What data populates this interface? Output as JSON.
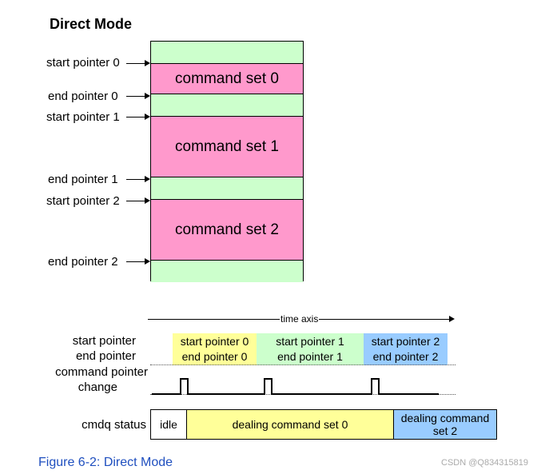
{
  "title": "Direct Mode",
  "pointers": [
    "start pointer 0",
    "end pointer 0",
    "start pointer 1",
    "end pointer 1",
    "start pointer 2",
    "end pointer 2"
  ],
  "segments": [
    {
      "label": "",
      "color": "#ccffcc"
    },
    {
      "label": "command set 0",
      "color": "#ff99cc"
    },
    {
      "label": "",
      "color": "#ccffcc"
    },
    {
      "label": "command set 1",
      "color": "#ff99cc"
    },
    {
      "label": "",
      "color": "#ccffcc"
    },
    {
      "label": "command set 2",
      "color": "#ff99cc"
    },
    {
      "label": "",
      "color": "#ccffcc"
    }
  ],
  "timing": {
    "axis_label": "time axis",
    "row_pointer": {
      "line1": "start pointer",
      "line2": "end pointer"
    },
    "row_change": {
      "line1": "command pointer",
      "line2": "change"
    },
    "row_status": "cmdq status",
    "bands": [
      {
        "line1": "start pointer 0",
        "line2": "end pointer 0",
        "color": "#ffff99"
      },
      {
        "line1": "start pointer 1",
        "line2": "end pointer 1",
        "color": "#ccffcc"
      },
      {
        "line1": "start pointer 2",
        "line2": "end pointer 2",
        "color": "#99ccff"
      }
    ],
    "status": [
      {
        "label": "idle",
        "color": "#ffffff"
      },
      {
        "label": "dealing command set 0",
        "color": "#ffff99"
      },
      {
        "label": "dealing command set 2",
        "color": "#99ccff"
      }
    ]
  },
  "caption": "Figure 6-2: Direct Mode",
  "watermark": "CSDN @Q834315819"
}
